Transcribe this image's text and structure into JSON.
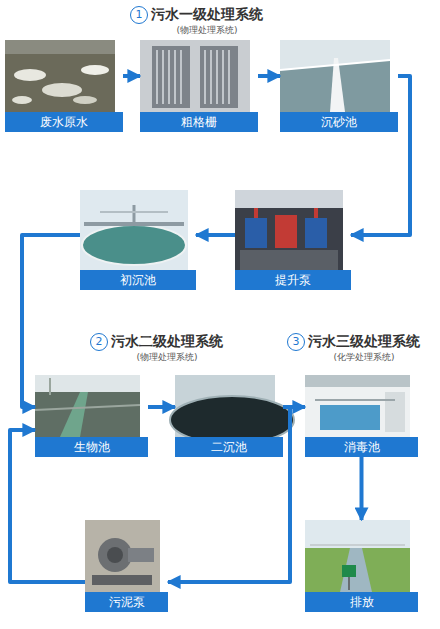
{
  "diagram": {
    "nodes": [
      {
        "text": [
          "废水原水"
        ]
      },
      {
        "text": [
          "粗格栅"
        ]
      },
      {
        "text": [
          "沉砂池"
        ]
      },
      {
        "text": [
          "提升泵"
        ]
      },
      {
        "text": [
          "初沉池"
        ]
      },
      {
        "text": [
          "生物池"
        ]
      },
      {
        "text": [
          "二沉池"
        ]
      },
      {
        "text": [
          "消毒池"
        ]
      },
      {
        "text": [
          "排放"
        ]
      },
      {
        "text": [
          "污泥泵"
        ]
      }
    ],
    "edges": [
      {
        "from": 0,
        "to": 1,
        "arrow": "to"
      },
      {
        "from": 1,
        "to": 2,
        "arrow": "to"
      },
      {
        "from": 2,
        "to": 3,
        "arrow": "to"
      },
      {
        "from": 3,
        "to": 4,
        "arrow": "to"
      },
      {
        "from": 4,
        "to": 5,
        "arrow": "to"
      },
      {
        "from": 5,
        "to": 6,
        "arrow": "to"
      },
      {
        "from": 6,
        "to": 7,
        "arrow": "to"
      },
      {
        "from": 7,
        "to": 8,
        "arrow": "to"
      },
      {
        "from": 6,
        "to": 9,
        "arrow": "to"
      },
      {
        "from": 9,
        "to": 5,
        "arrow": "to"
      }
    ],
    "labels": [
      "1",
      "污水一级处理系统",
      "(物理处理系统)",
      "2",
      "污水二级处理系统",
      "(物理处理系统)",
      "3",
      "污水三级处理系统",
      "(化学处理系统)"
    ]
  }
}
